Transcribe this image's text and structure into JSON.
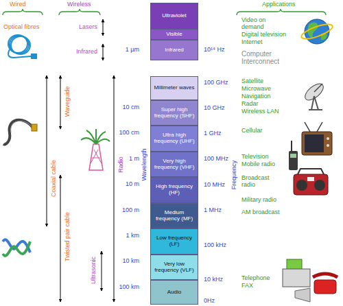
{
  "diagram": {
    "nodes": [
      {
        "text": [
          "Ultraviolet"
        ]
      },
      {
        "text": [
          "Visible"
        ]
      },
      {
        "text": [
          "Infrared"
        ]
      },
      {
        "text": [
          "Millimeter waves"
        ]
      },
      {
        "text": [
          "Super high frequency (SHF)"
        ]
      },
      {
        "text": [
          "Ultra high frequency (UHF)"
        ]
      },
      {
        "text": [
          "Very high frequency (VHF)"
        ]
      },
      {
        "text": [
          "High frequency (HF)"
        ]
      },
      {
        "text": [
          "Medium frequency (MF)"
        ]
      },
      {
        "text": [
          "Low frequency (LF)"
        ]
      },
      {
        "text": [
          "Very low frequency (VLF)"
        ]
      },
      {
        "text": [
          "Audio"
        ]
      }
    ],
    "labels": [
      "Wired",
      "Wireless",
      "Applications",
      "Optical fibres",
      "Lasers",
      "Infrared",
      "1 µm",
      "10¹⁴ Hz",
      "Video on demand",
      "Digital television",
      "Internet",
      "Computer Interconnect",
      "Waveguide",
      "Coaxial cable",
      "Twisted pair cable",
      "Radio",
      "Ultrasonic",
      "Wavelength",
      "Frequency",
      "10 cm",
      "100 cm",
      "1 m",
      "10 m",
      "100 m",
      "1 km",
      "10 km",
      "100 km",
      "100 GHz",
      "10 GHz",
      "1 GHz",
      "100 MHz",
      "10 MHz",
      "1 MHz",
      "100 kHz",
      "10 kHz",
      "0Hz",
      "Satellite",
      "Microwave",
      "Navigation",
      "Radar",
      "Wireless LAN",
      "Cellular",
      "Television",
      "Mobile radio",
      "Broadcast radio",
      "Military radio",
      "AM broadcast",
      "Telephone",
      "FAX"
    ]
  }
}
